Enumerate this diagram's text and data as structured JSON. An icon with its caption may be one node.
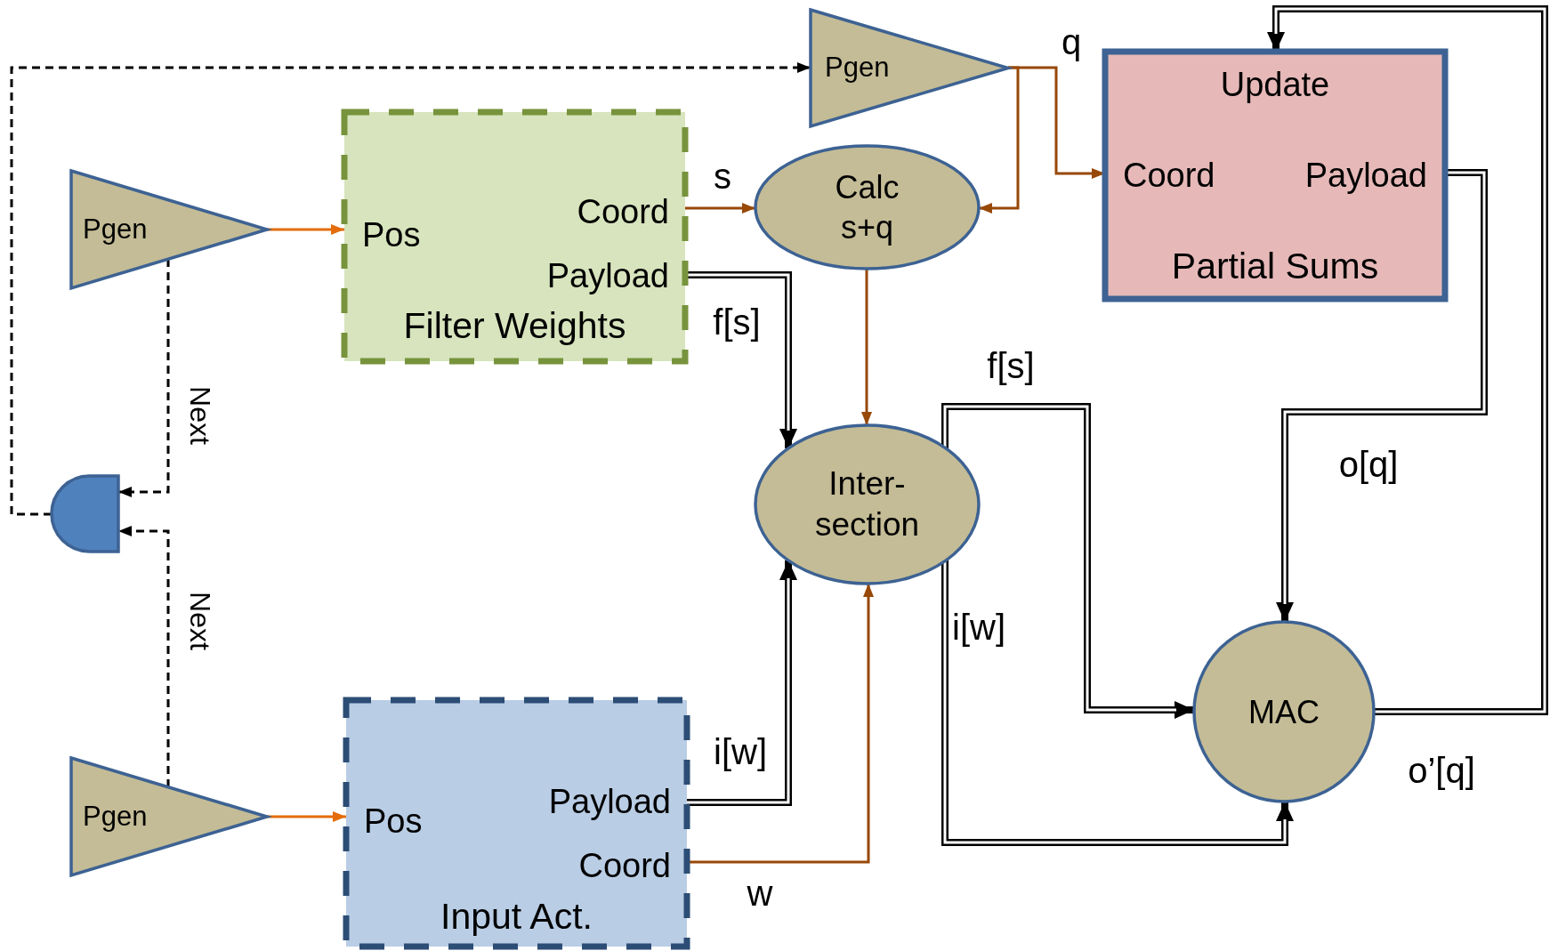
{
  "diagram": {
    "nodes": [
      {
        "text": [
          "Pgen"
        ]
      },
      {
        "text": [
          "Pgen"
        ]
      },
      {
        "text": [
          "Pos",
          "Coord",
          "Payload",
          "Filter Weights"
        ]
      },
      {
        "text": [
          "Calc s+q"
        ]
      },
      {
        "text": [
          "Update",
          "Coord",
          "Payload",
          "Partial Sums"
        ]
      },
      {
        "text": [],
        "shape": "gate"
      },
      {
        "text": [
          "Inter- section"
        ]
      },
      {
        "text": [
          "MAC"
        ]
      },
      {
        "text": [
          "Pgen"
        ]
      },
      {
        "text": [
          "Pos",
          "Payload",
          "Coord",
          "Input Act."
        ]
      }
    ],
    "edges": [
      {
        "from": 5,
        "to": 0,
        "arrow": "to",
        "style": "dashed"
      },
      {
        "from": 1,
        "to": 5,
        "arrow": "to",
        "style": "dashed",
        "label": "Next"
      },
      {
        "from": 8,
        "to": 5,
        "arrow": "to",
        "style": "dashed",
        "label": "Next"
      },
      {
        "from": 1,
        "to": 2,
        "arrow": "to",
        "color": "#e46c0a"
      },
      {
        "from": 8,
        "to": 9,
        "arrow": "to",
        "color": "#e46c0a"
      },
      {
        "from": 0,
        "to": 3,
        "arrow": "to",
        "color": "#984807"
      },
      {
        "from": 0,
        "to": 4,
        "arrow": "to",
        "color": "#984807",
        "label": "q"
      },
      {
        "from": 2,
        "to": 3,
        "arrow": "to",
        "color": "#984807",
        "label": "s"
      },
      {
        "from": 2,
        "to": 6,
        "arrow": "to",
        "style": "thick",
        "label": "f[s]"
      },
      {
        "from": 3,
        "to": 6,
        "arrow": "to",
        "color": "#984807"
      },
      {
        "from": 9,
        "to": 6,
        "arrow": "to",
        "style": "thick",
        "label": "i[w]"
      },
      {
        "from": 9,
        "to": 6,
        "arrow": "to",
        "color": "#984807",
        "label": "w"
      },
      {
        "from": 6,
        "to": 7,
        "arrow": "to",
        "style": "thick",
        "label": "f[s]"
      },
      {
        "from": 6,
        "to": 7,
        "arrow": "to",
        "style": "thick",
        "label": "i[w]"
      },
      {
        "from": 4,
        "to": 7,
        "arrow": "to",
        "style": "thick",
        "label": "o[q]"
      },
      {
        "from": 7,
        "to": 4,
        "arrow": "to",
        "style": "thick",
        "label": "o’[q]"
      }
    ]
  }
}
